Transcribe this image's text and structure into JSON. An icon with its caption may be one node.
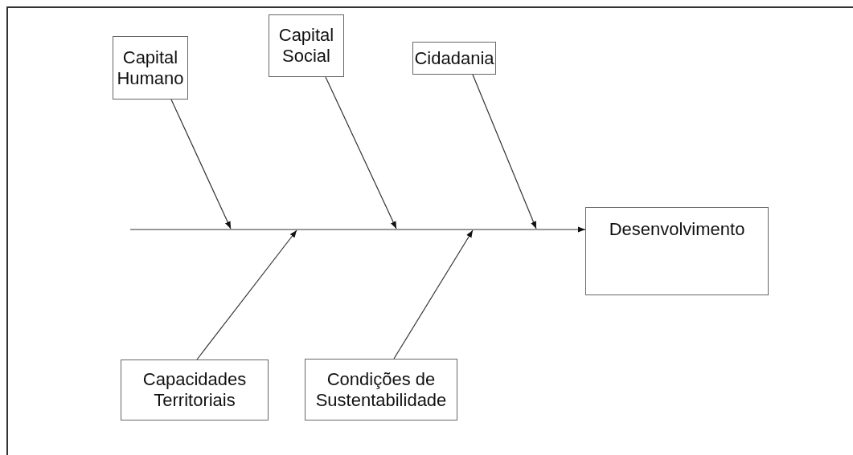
{
  "diagram": {
    "nodes": [
      {
        "text": [
          "Capital Humano"
        ]
      },
      {
        "text": [
          "Capital Social"
        ]
      },
      {
        "text": [
          "Cidadania"
        ]
      },
      {
        "text": [
          "Desenvolvimento"
        ]
      },
      {
        "text": [
          "Capacidades Territoriais"
        ]
      },
      {
        "text": [
          "Condições de Sustentabilidade"
        ]
      }
    ],
    "edges": [
      {
        "from": null,
        "to": 3,
        "arrow": "to"
      },
      {
        "from": 0,
        "to": null,
        "arrow": "to"
      },
      {
        "from": 1,
        "to": null,
        "arrow": "to"
      },
      {
        "from": 2,
        "to": null,
        "arrow": "to"
      },
      {
        "from": 4,
        "to": null,
        "arrow": "to"
      },
      {
        "from": 5,
        "to": null,
        "arrow": "to"
      }
    ]
  }
}
